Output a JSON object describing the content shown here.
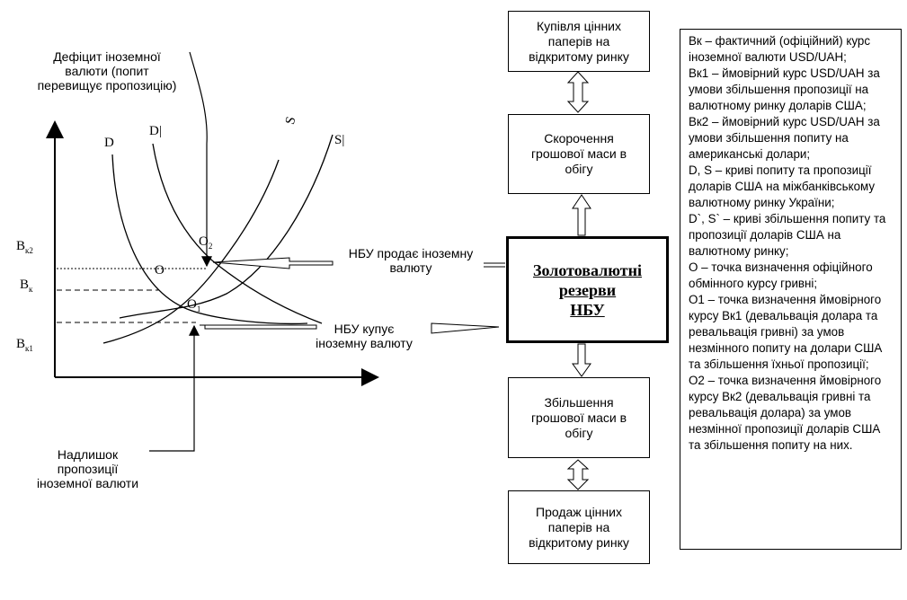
{
  "diagram": {
    "deficit_label": "Дефіцит іноземної\nвалюти (попит\nперевищує пропозицію)",
    "surplus_label": "Надлишок\nпропозиції\nіноземної валюти",
    "nbu_sells_label": "НБУ продає іноземну\nвалюту",
    "nbu_buys_label": "НБУ купує\nіноземну валюту",
    "curves": {
      "d": "D",
      "d_prime": "D|",
      "s": "S",
      "s_prime": "S|"
    },
    "points": {
      "o": "O",
      "o1_main": "O",
      "o1_sub": "1",
      "o2_main": "O",
      "o2_sub": "2"
    },
    "axis_labels": {
      "bk2_main": "В",
      "bk2_sub": "к2",
      "bk_main": "В",
      "bk_sub": "к",
      "bk1_main": "В",
      "bk1_sub": "к1"
    }
  },
  "flow": {
    "buy_securities": "Купівля цінних\nпаперів на\nвідкритому ринку",
    "reduce_money": "Скорочення\nгрошової маси в\nобігу",
    "reserves": "Золотовалютні\nрезерви\nНБУ",
    "increase_money": "Збільшення\nгрошової маси в\nобігу",
    "sell_securities": "Продаж цінних\nпаперів на\nвідкритому ринку"
  },
  "legend": [
    "Вк – фактичний (офіційний) курс іноземної валюти USD/UAH;",
    "Вк1 – ймовірний курс USD/UAH за умови збільшення пропозиції на валютному ринку доларів США;",
    "Вк2 – ймовірний курс USD/UAH за умови збільшення попиту на американські долари;",
    "D, S – криві попиту та пропозиції доларів США на міжбанківському валютному ринку України;",
    "D`, S` – криві збільшення попиту та пропозиції доларів США на валютному ринку;",
    "О – точка визначення офіційного обмінного курсу гривні;",
    "О1 – точка визначення ймовірного курсу Вк1 (девальвація долара та ревальвація гривні) за умов незмінного попиту на долари США та збільшення їхньої пропозиції;",
    "О2 – точка визначення ймовірного курсу Вк2 (девальвація гривні та ревальвація долара) за умов незмінної пропозиції доларів США та збільшення попиту на них."
  ]
}
